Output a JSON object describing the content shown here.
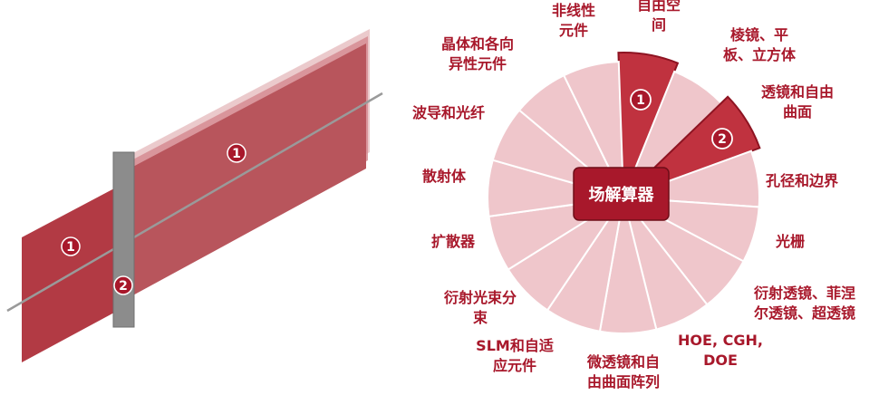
{
  "colors": {
    "accent": "#a8182b",
    "sector_light": "#efc6cb",
    "sector_dark": "#c0323f",
    "beam": "#b8474f",
    "plate": "#8a8a8a"
  },
  "left": {
    "beam_badge_1a": "1",
    "beam_badge_1b": "1",
    "plate_badge_2": "2"
  },
  "wheel": {
    "center_label": "场解算器",
    "badge_1": "1",
    "badge_2": "2",
    "labels": [
      {
        "lines": [
          "自由空",
          "间"
        ],
        "highlight": true
      },
      {
        "lines": [
          "棱镜、平",
          "板、立方体"
        ],
        "highlight": false
      },
      {
        "lines": [
          "透镜和自由",
          "曲面"
        ],
        "highlight": true
      },
      {
        "lines": [
          "孔径和边界"
        ],
        "highlight": false
      },
      {
        "lines": [
          "光栅"
        ],
        "highlight": false
      },
      {
        "lines": [
          "衍射透镜、菲涅",
          "尔透镜、超透镜"
        ],
        "highlight": false
      },
      {
        "lines": [
          "HOE, CGH,",
          "DOE"
        ],
        "highlight": false
      },
      {
        "lines": [
          "微透镜和自",
          "由曲面阵列"
        ],
        "highlight": false
      },
      {
        "lines": [
          "SLM和自适",
          "应元件"
        ],
        "highlight": false
      },
      {
        "lines": [
          "衍射光束分",
          "束"
        ],
        "highlight": false
      },
      {
        "lines": [
          "扩散器"
        ],
        "highlight": false
      },
      {
        "lines": [
          "散射体"
        ],
        "highlight": false
      },
      {
        "lines": [
          "波导和光纤"
        ],
        "highlight": false
      },
      {
        "lines": [
          "晶体和各向",
          "异性元件"
        ],
        "highlight": false
      },
      {
        "lines": [
          "非线性",
          "元件"
        ],
        "highlight": false
      }
    ]
  }
}
